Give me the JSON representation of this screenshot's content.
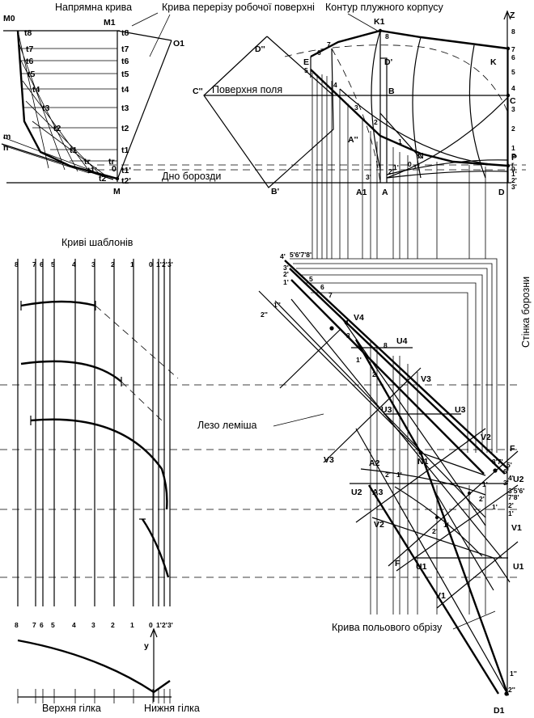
{
  "titles": {
    "guide_curve": "Напрямна крива",
    "cut_curve": "Крива перерізу робочої поверхні",
    "contour": "Контур плужного корпусу",
    "field_surface": "Поверхня поля",
    "furrow_bottom": "Дно борозди",
    "template_curves": "Криві шаблонів",
    "share_edge": "Лезо леміша",
    "field_cut_curve": "Крива польового обрізу",
    "furrow_wall": "Стінка борозни",
    "upper_branch": "Верхня гілка",
    "lower_branch": "Нижня гілка"
  },
  "guide": {
    "M0": "M0",
    "M1": "M1",
    "O1": "O1",
    "M": "M",
    "m": "m",
    "n": "n",
    "t_left": [
      "t8",
      "t7",
      "t6",
      "t5",
      "t4",
      "t3",
      "t2",
      "t1",
      "tr",
      "t1'",
      "t2'"
    ],
    "t_right": [
      "t8",
      "t7",
      "t6",
      "t5",
      "t4",
      "t3",
      "t2",
      "t1",
      "tr",
      "0",
      "t1'",
      "t2'"
    ]
  },
  "front": {
    "D2": "D''",
    "C2": "C''",
    "B1": "B'",
    "A2": "A''",
    "E": "E",
    "D1p": "D'",
    "K1": "K1",
    "K": "K",
    "B": "B",
    "C": "C",
    "N": "N",
    "A1": "A1",
    "A": "A",
    "D": "D",
    "P": "P",
    "Z": "Z",
    "axis": [
      "8",
      "7",
      "6",
      "5",
      "4",
      "3",
      "2",
      "1",
      "P",
      "r",
      "0",
      "1'",
      "2'",
      "3'"
    ],
    "curve_pts": [
      "8",
      "7",
      "6",
      "5",
      "4",
      "3",
      "2",
      "1",
      "0",
      "r",
      "1'",
      "2'",
      "3'"
    ]
  },
  "plan": {
    "top_nums": "5'6'7'8'",
    "four": "4'",
    "left_nums": [
      "3'",
      "2'",
      "1'"
    ],
    "pts": [
      "5",
      "6",
      "7",
      "4",
      "3",
      "8",
      "2",
      "1'",
      "2''",
      "1''"
    ],
    "U4": "U4",
    "U3a": "U3",
    "U3b": "U3",
    "U2a": "U2",
    "U2b": "U2",
    "U1a": "U1",
    "U1b": "U1",
    "V4": "V4",
    "V3a": "V3",
    "V3b": "V3",
    "V2a": "V2",
    "V2b": "V2",
    "V1a": "V1",
    "V1b": "V1",
    "F1": "F",
    "F2": "F",
    "A2": "A2",
    "A3": "A3",
    "N1": "N1",
    "D1": "D1",
    "right_nums": [
      "8'7'",
      "5'",
      "6'",
      "4'",
      "3'",
      "3'5'6'",
      "7'8'",
      "2'",
      "1'"
    ],
    "bottom_nums": [
      "1''",
      "2''"
    ],
    "lower_small": [
      "2'",
      "1'",
      "1'",
      "2'",
      "1'",
      "2'",
      "1'"
    ]
  },
  "templates": {
    "top_labels": [
      "8",
      "7",
      "6",
      "5",
      "4",
      "3",
      "2",
      "1",
      "0",
      "1'",
      "2'",
      "3'"
    ],
    "bottom_labels": [
      "8",
      "7",
      "6",
      "5",
      "4",
      "3",
      "2",
      "1",
      "0",
      "1'",
      "2'",
      "3'"
    ],
    "y_label": "y"
  }
}
